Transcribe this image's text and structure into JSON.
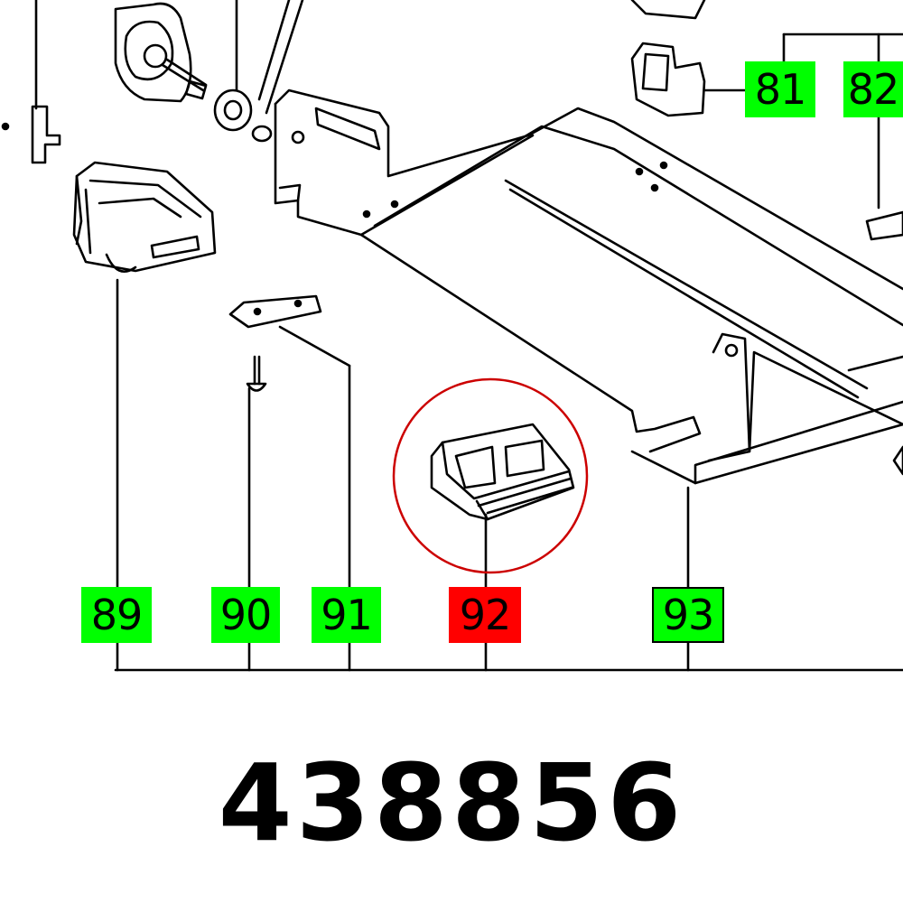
{
  "callouts": {
    "c81": {
      "label": "81",
      "status": "green"
    },
    "c82": {
      "label": "82",
      "status": "green"
    },
    "c89": {
      "label": "89",
      "status": "green"
    },
    "c90": {
      "label": "90",
      "status": "green"
    },
    "c91": {
      "label": "91",
      "status": "green"
    },
    "c92": {
      "label": "92",
      "status": "highlighted"
    },
    "c93": {
      "label": "93",
      "status": "green"
    }
  },
  "part_number": "438856",
  "colors": {
    "callout_bg": "#00ff00",
    "highlight_bg": "#ff0000",
    "highlight_circle": "#cc0000",
    "line": "#000000"
  }
}
